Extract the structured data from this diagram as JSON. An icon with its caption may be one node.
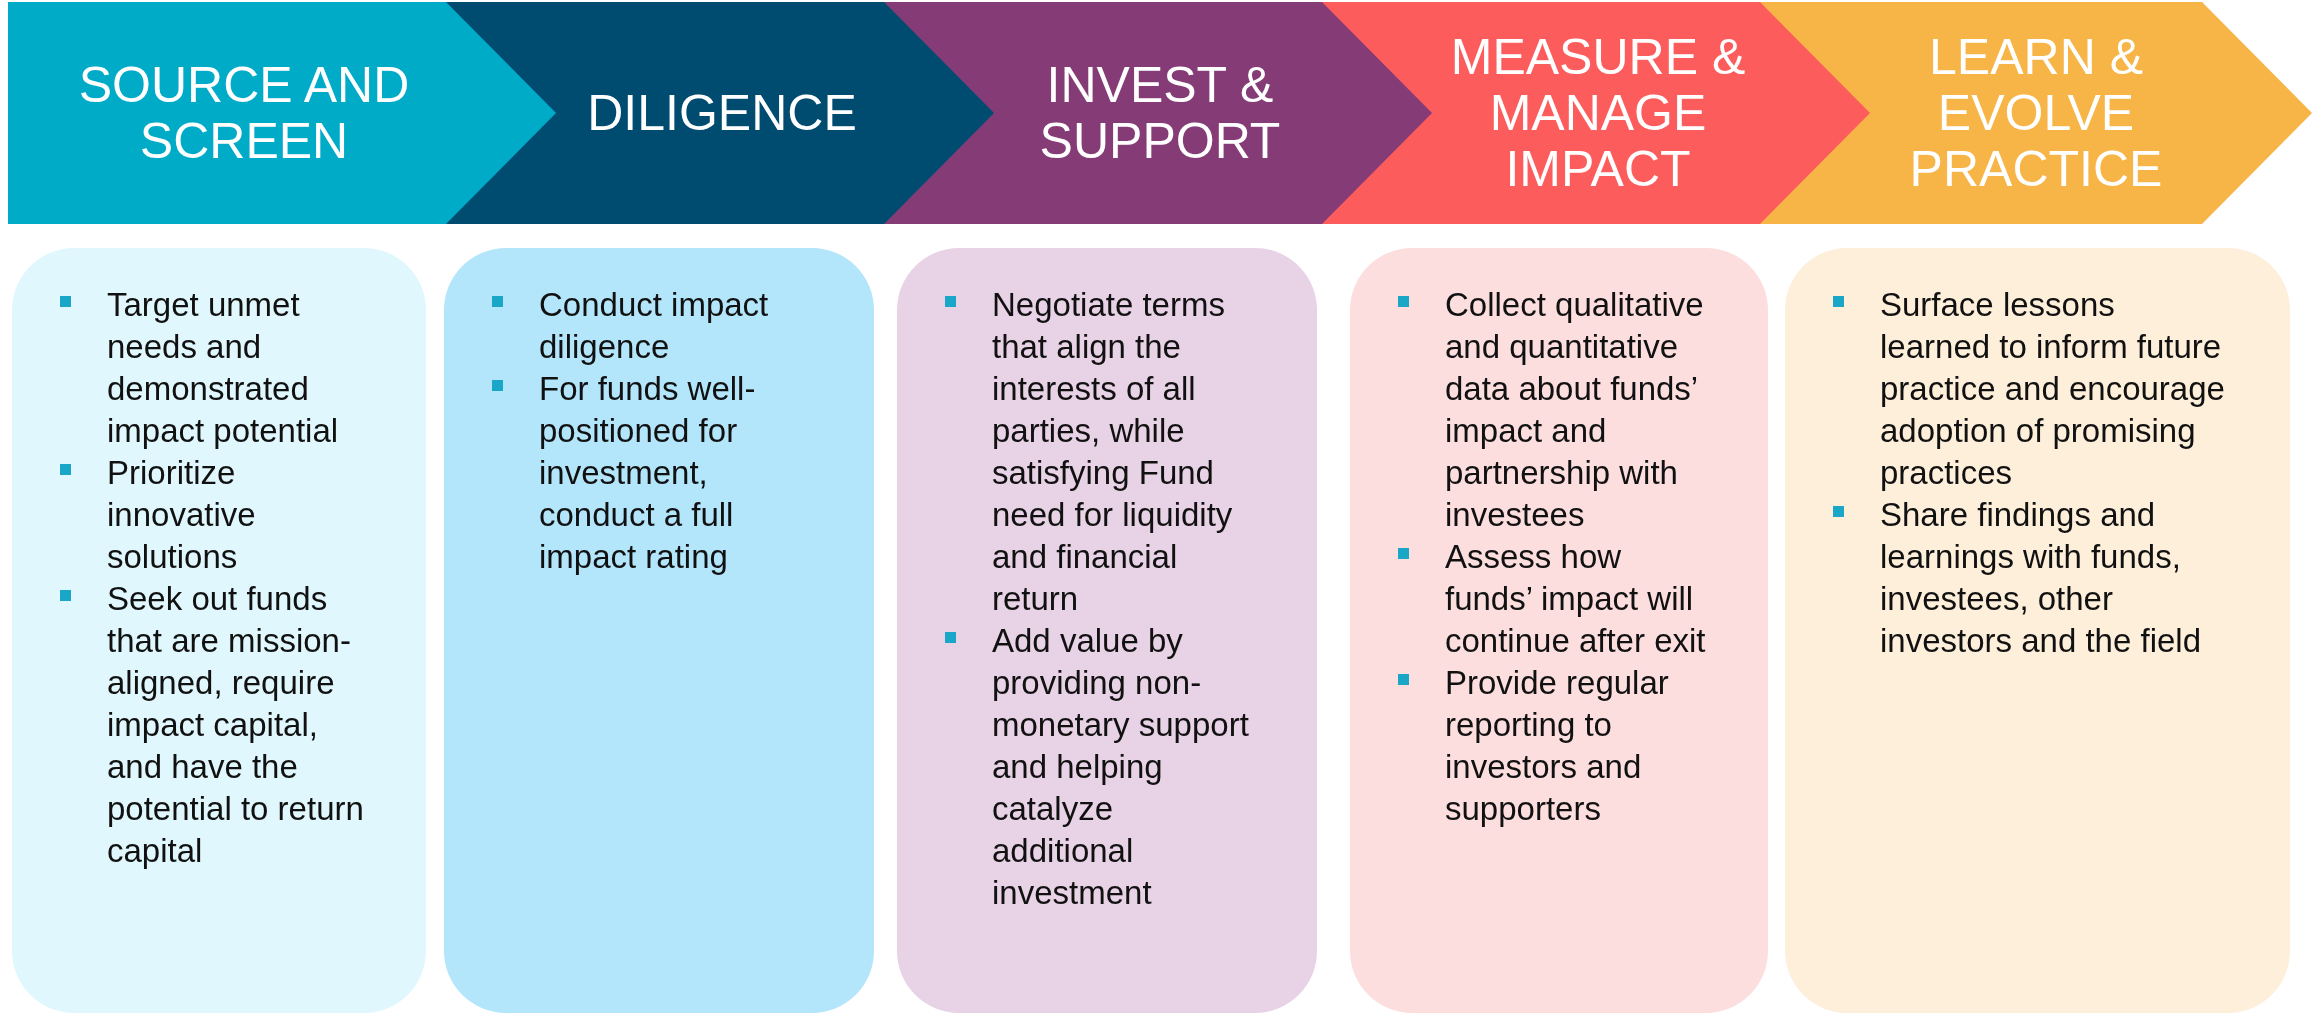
{
  "diagram": {
    "nodes": [
      {
        "text": [
          "SOURCE AND SCREEN"
        ]
      },
      {
        "text": [
          "DILIGENCE"
        ]
      },
      {
        "text": [
          "INVEST & SUPPORT"
        ]
      },
      {
        "text": [
          "MEASURE & MANAGE IMPACT"
        ]
      },
      {
        "text": [
          "LEARN & EVOLVE PRACTICE"
        ]
      },
      {
        "text": [
          "Target unmet needs and demonstrated impact potential",
          "Prioritize innovative solutions",
          "Seek out funds that are mission-aligned, require impact capital, and have the potential to return capital"
        ]
      },
      {
        "text": [
          "Conduct impact diligence",
          "For funds well-positioned for investment, conduct a full impact rating"
        ]
      },
      {
        "text": [
          "Negotiate terms that align the interests of all parties, while satisfying Fund need for liquidity and financial return",
          "Add value by providing non-monetary support and helping catalyze additional investment"
        ]
      },
      {
        "text": [
          "Collect qualitative and quantitative data about funds’ impact and partnership with investees",
          "Assess how funds’ impact will continue after exit",
          "Provide regular reporting to investors and supporters"
        ]
      },
      {
        "text": [
          "Surface lessons learned to inform future practice and encourage adoption of promising practices",
          "Share findings and learnings with funds, investees, other investors and the field"
        ]
      }
    ],
    "edges": []
  }
}
